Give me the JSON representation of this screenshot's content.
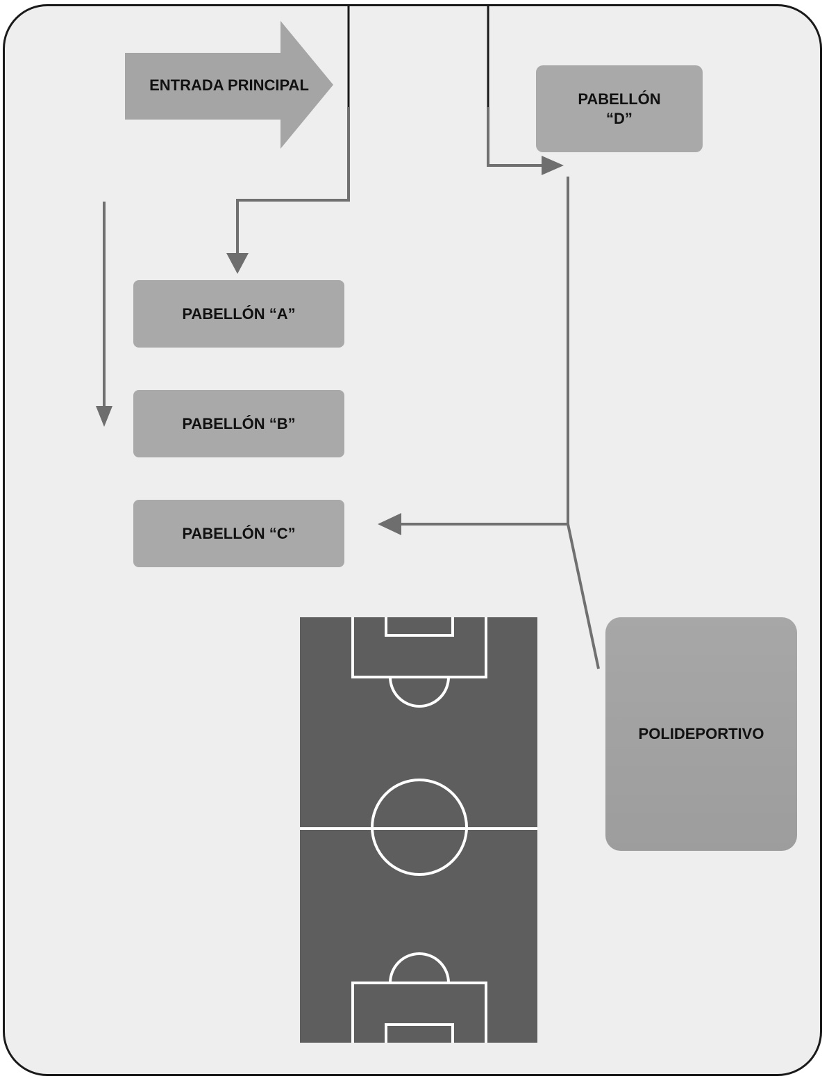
{
  "entrance": {
    "label": "ENTRADA PRINCIPAL"
  },
  "pavilions": {
    "a": "PABELLÓN “A”",
    "b": "PABELLÓN “B”",
    "c": "PABELLÓN “C”",
    "d": "PABELLÓN\n“D”"
  },
  "sports_center": {
    "label": "POLIDEPORTIVO"
  },
  "colors": {
    "background": "#eeeeee",
    "box_fill": "#a9a9a9",
    "arrow": "#707070",
    "field": "#5e5e5e",
    "field_lines": "#ffffff",
    "frame_border": "#1a1a1a"
  }
}
